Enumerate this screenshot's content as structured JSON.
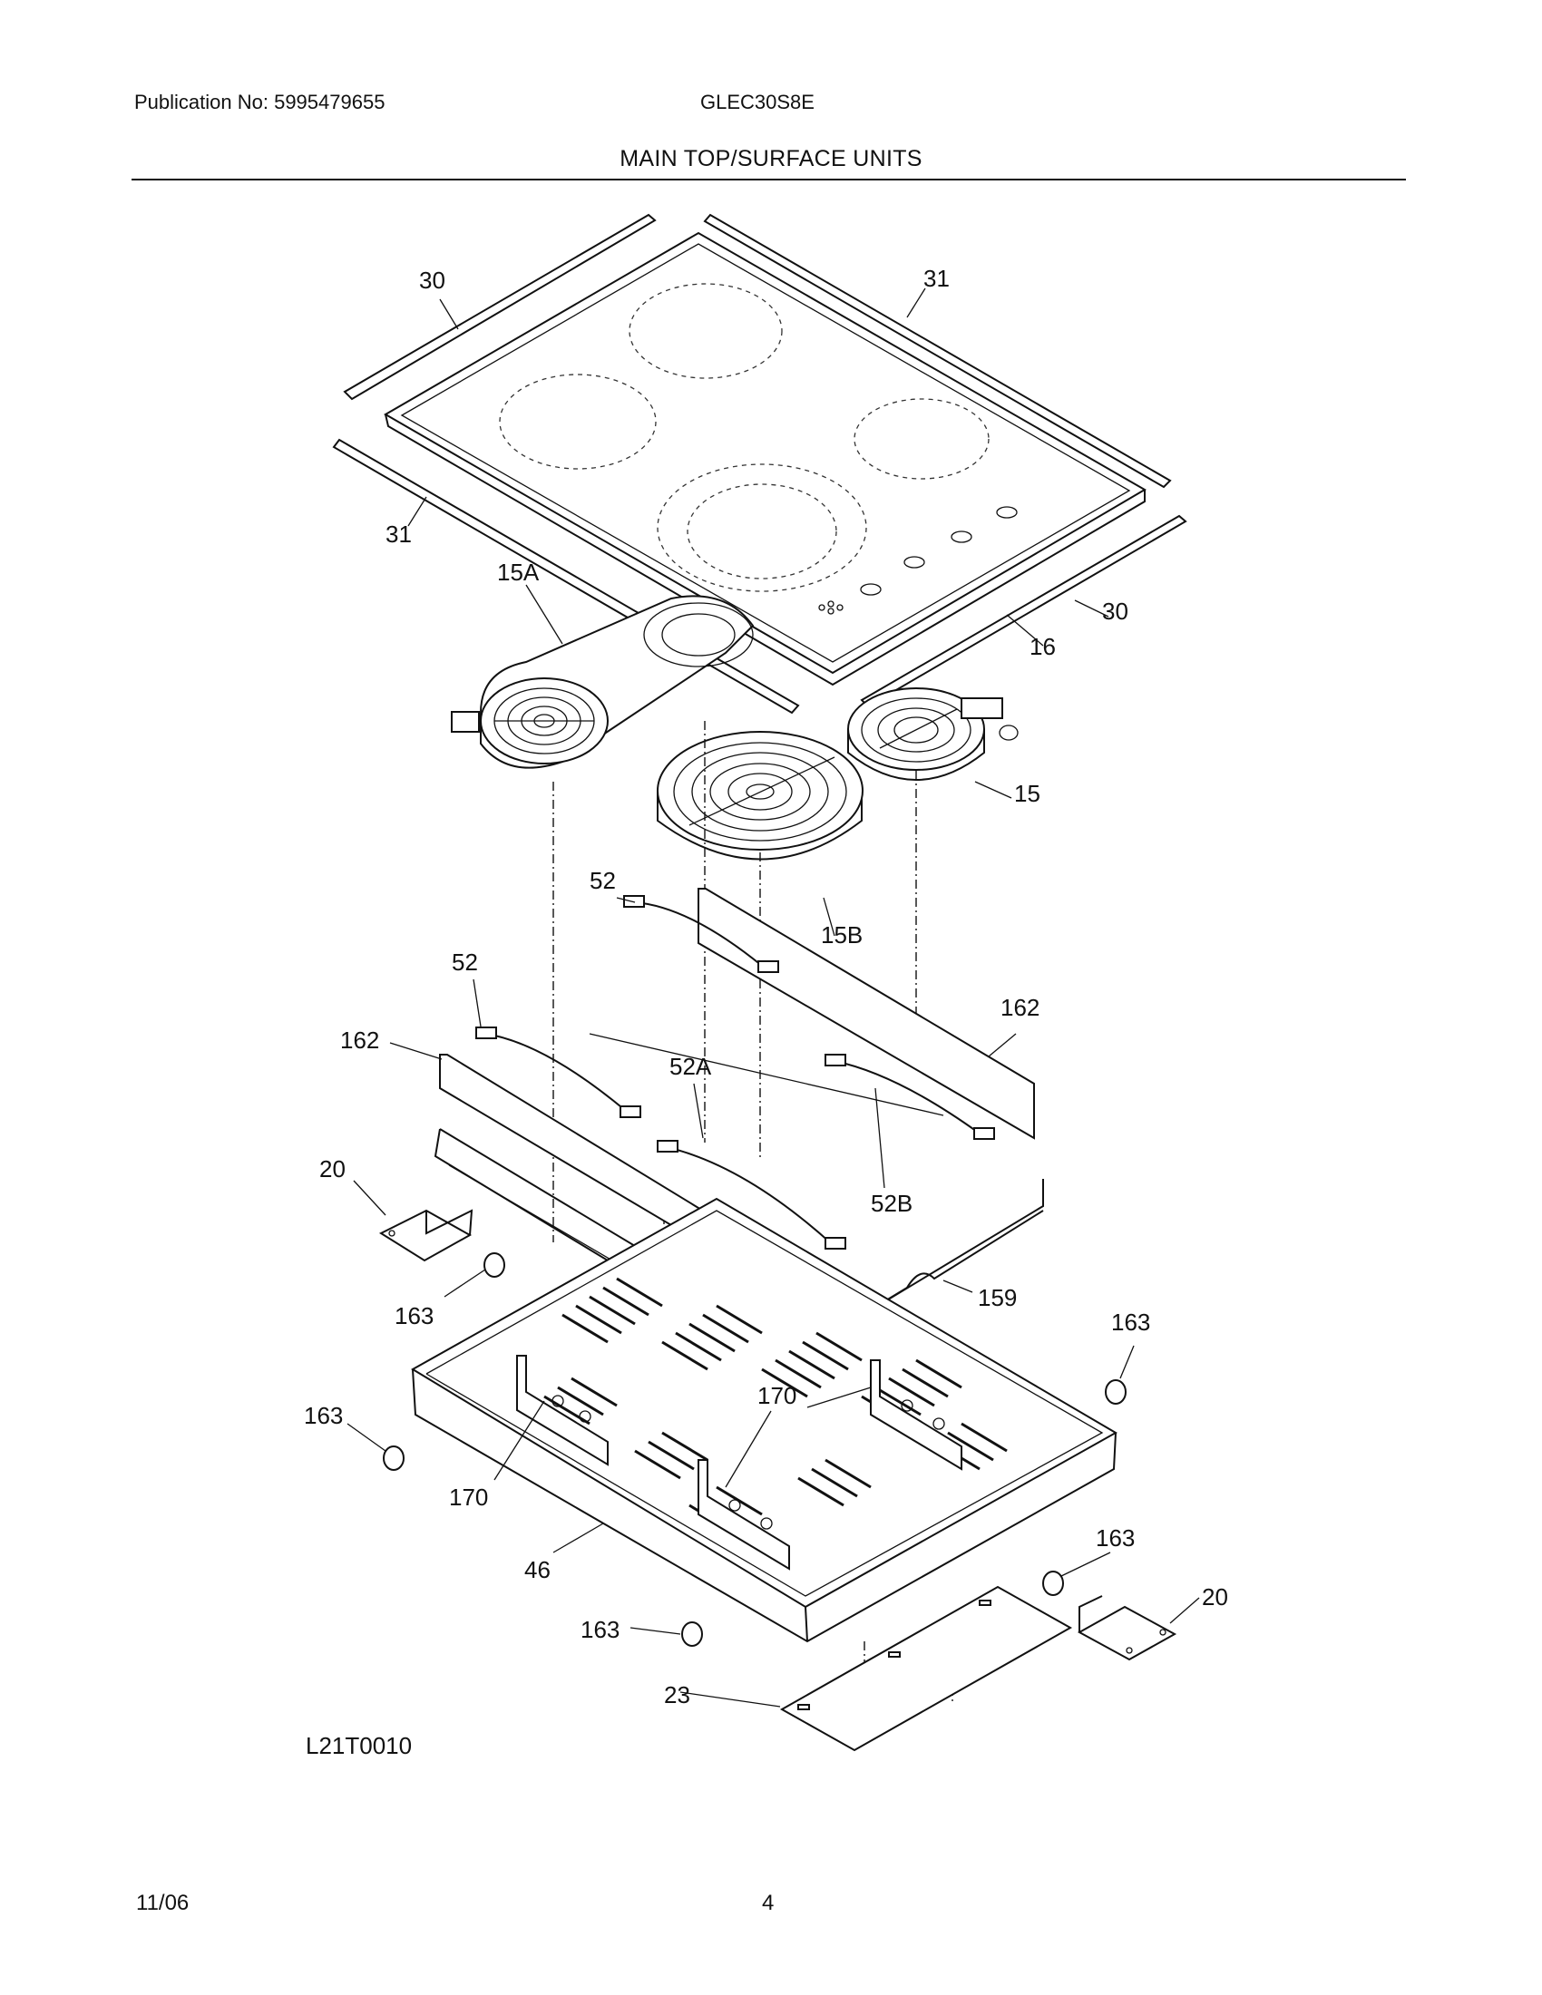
{
  "header": {
    "publication": "Publication No: 5995479655",
    "model": "GLEC30S8E",
    "section_title": "MAIN TOP/SURFACE UNITS"
  },
  "diagram": {
    "figure_id": "L21T0010",
    "callouts": {
      "c30a": "30",
      "c31a": "31",
      "c31b": "31",
      "c15a": "15A",
      "c30b": "30",
      "c16": "16",
      "c15": "15",
      "c52a": "52",
      "c15b": "15B",
      "c52b": "52",
      "c162a": "162",
      "c162b": "162",
      "c52A": "52A",
      "c20a": "20",
      "c52B": "52B",
      "c163a": "163",
      "c159": "159",
      "c163b": "163",
      "c163c": "163",
      "c170a": "170",
      "c170b": "170",
      "c46": "46",
      "c163d": "163",
      "c163e": "163",
      "c20b": "20",
      "c23": "23"
    }
  },
  "footer": {
    "date": "11/06",
    "page": "4"
  }
}
